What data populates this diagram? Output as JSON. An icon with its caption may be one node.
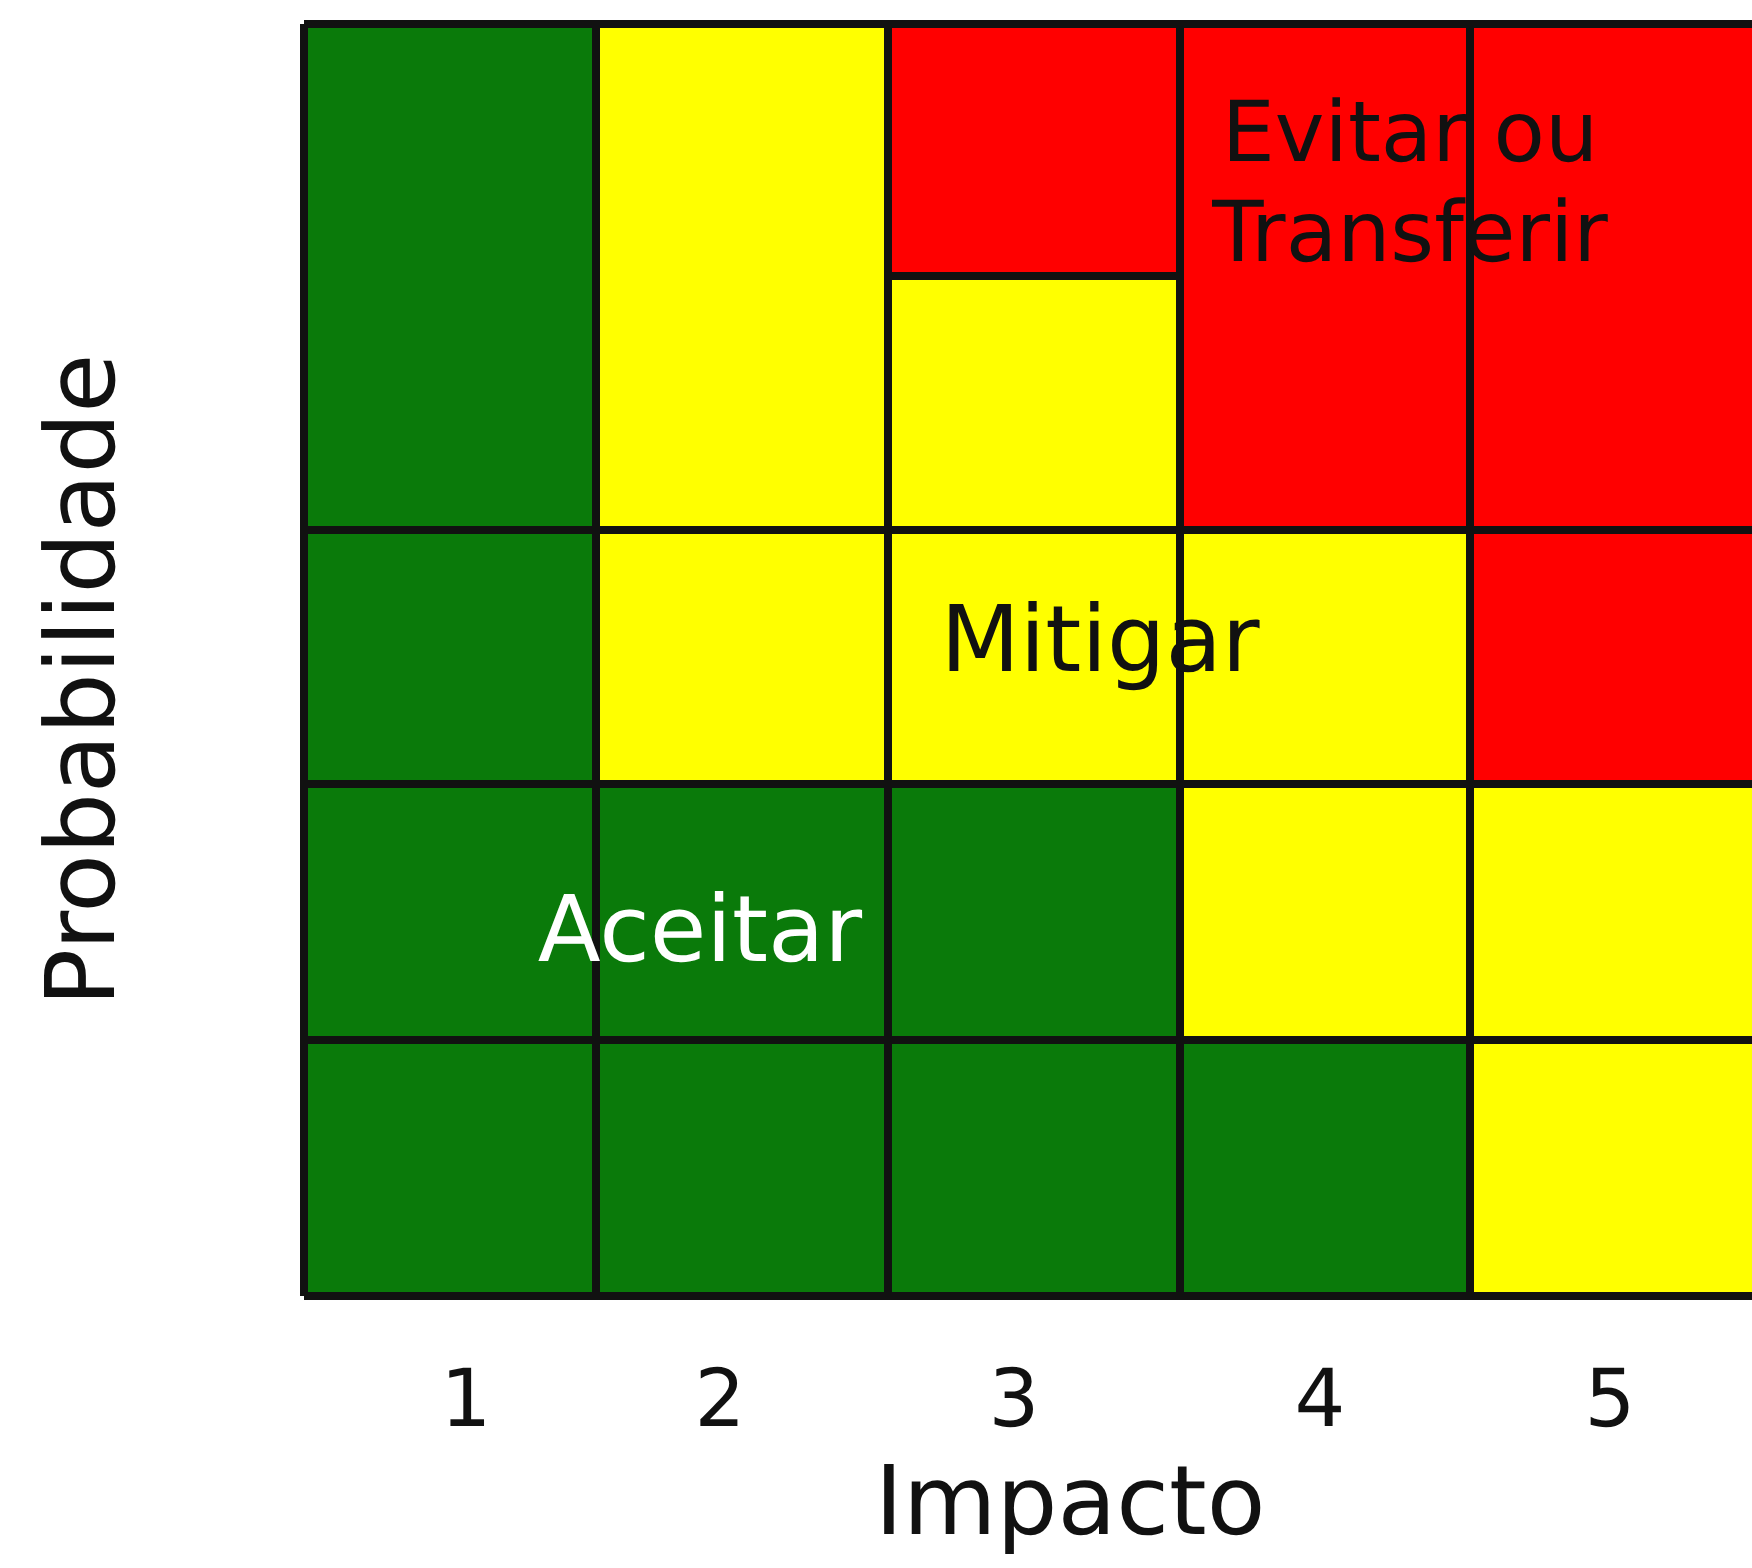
{
  "diagram": {
    "labels": [
      "Evitar ou Transferir",
      "Probabilidade",
      "Mitigar",
      "Aceitar",
      "1",
      "2",
      "3",
      "4",
      "5",
      "Impacto"
    ]
  }
}
